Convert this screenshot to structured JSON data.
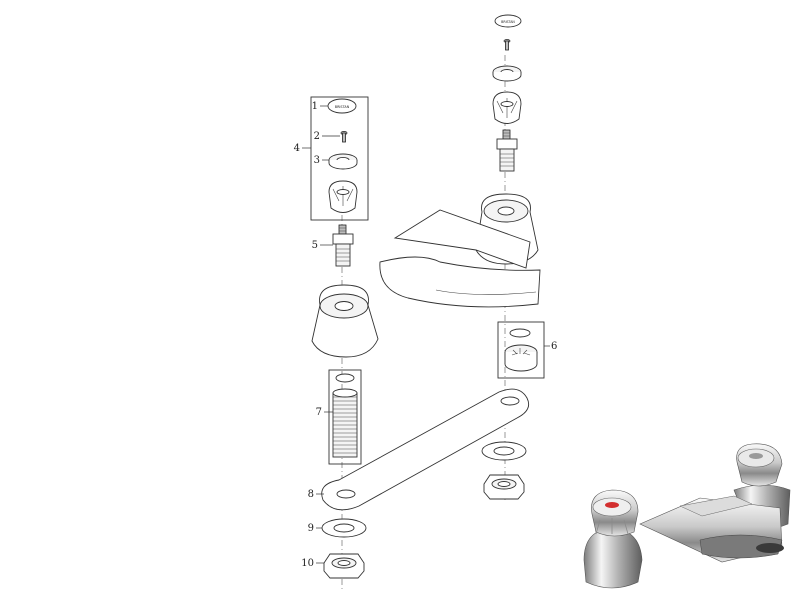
{
  "diagram": {
    "callouts": [
      {
        "id": "c1",
        "label": "1"
      },
      {
        "id": "c2",
        "label": "2"
      },
      {
        "id": "c3",
        "label": "3"
      },
      {
        "id": "c4",
        "label": "4"
      },
      {
        "id": "c5",
        "label": "5"
      },
      {
        "id": "c6",
        "label": "6"
      },
      {
        "id": "c7",
        "label": "7"
      },
      {
        "id": "c8",
        "label": "8"
      },
      {
        "id": "c9",
        "label": "9"
      },
      {
        "id": "c10",
        "label": "10"
      }
    ],
    "cap_text": "BRISTAN"
  },
  "colors": {
    "line": "#333333",
    "chrome_light": "#f2f2f2",
    "chrome_dark": "#6f6f6f",
    "hot_indicator": "#d32f2f"
  }
}
